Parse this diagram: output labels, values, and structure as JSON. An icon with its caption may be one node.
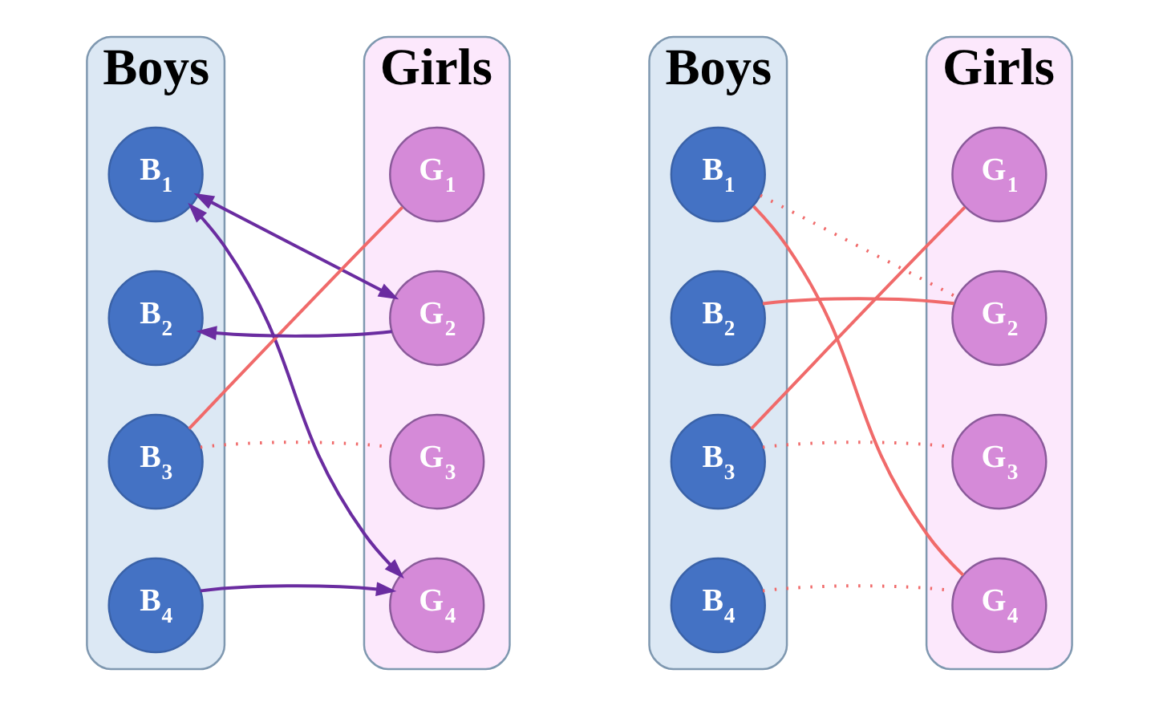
{
  "diagram": {
    "nodes": [
      {
        "text": [
          "Boys"
        ]
      },
      {
        "text": [
          "B$_{1}$"
        ],
        "in": 0
      },
      {
        "text": [
          "B$_{2}$"
        ],
        "in": 0
      },
      {
        "text": [
          "B$_{3}$"
        ],
        "in": 0
      },
      {
        "text": [
          "B$_{4}$"
        ],
        "in": 0
      },
      {
        "text": [
          "Girls"
        ]
      },
      {
        "text": [
          "G$_{1}$"
        ],
        "in": 5
      },
      {
        "text": [
          "G$_{2}$"
        ],
        "in": 5
      },
      {
        "text": [
          "G$_{3}$"
        ],
        "in": 5
      },
      {
        "text": [
          "G$_{4}$"
        ],
        "in": 5
      },
      {
        "text": [
          "Boys"
        ]
      },
      {
        "text": [
          "B$_{1}$"
        ],
        "in": 10
      },
      {
        "text": [
          "B$_{2}$"
        ],
        "in": 10
      },
      {
        "text": [
          "B$_{3}$"
        ],
        "in": 10
      },
      {
        "text": [
          "B$_{4}$"
        ],
        "in": 10
      },
      {
        "text": [
          "Girls"
        ]
      },
      {
        "text": [
          "G$_{1}$"
        ],
        "in": 15
      },
      {
        "text": [
          "G$_{2}$"
        ],
        "in": 15
      },
      {
        "text": [
          "G$_{3}$"
        ],
        "in": 15
      },
      {
        "text": [
          "G$_{4}$"
        ],
        "in": 15
      }
    ],
    "edges": [
      {
        "from": 1,
        "to": 7,
        "arrow": "both",
        "color": "#6a2ca0"
      },
      {
        "from": 1,
        "to": 9,
        "arrow": "both",
        "color": "#6a2ca0"
      },
      {
        "from": 7,
        "to": 2,
        "arrow": "to",
        "color": "#6a2ca0"
      },
      {
        "from": 3,
        "to": 6,
        "arrow": "none"
      },
      {
        "from": 3,
        "to": 8,
        "arrow": "none",
        "style": "dashed"
      },
      {
        "from": 4,
        "to": 9,
        "arrow": "to",
        "color": "#6a2ca0"
      },
      {
        "from": 11,
        "to": 17,
        "arrow": "none",
        "style": "dashed"
      },
      {
        "from": 11,
        "to": 19,
        "arrow": "none"
      },
      {
        "from": 12,
        "to": 17,
        "arrow": "none"
      },
      {
        "from": 13,
        "to": 16,
        "arrow": "none"
      },
      {
        "from": 13,
        "to": 18,
        "arrow": "none",
        "style": "dashed"
      },
      {
        "from": 14,
        "to": 19,
        "arrow": "none",
        "style": "dashed"
      }
    ]
  }
}
